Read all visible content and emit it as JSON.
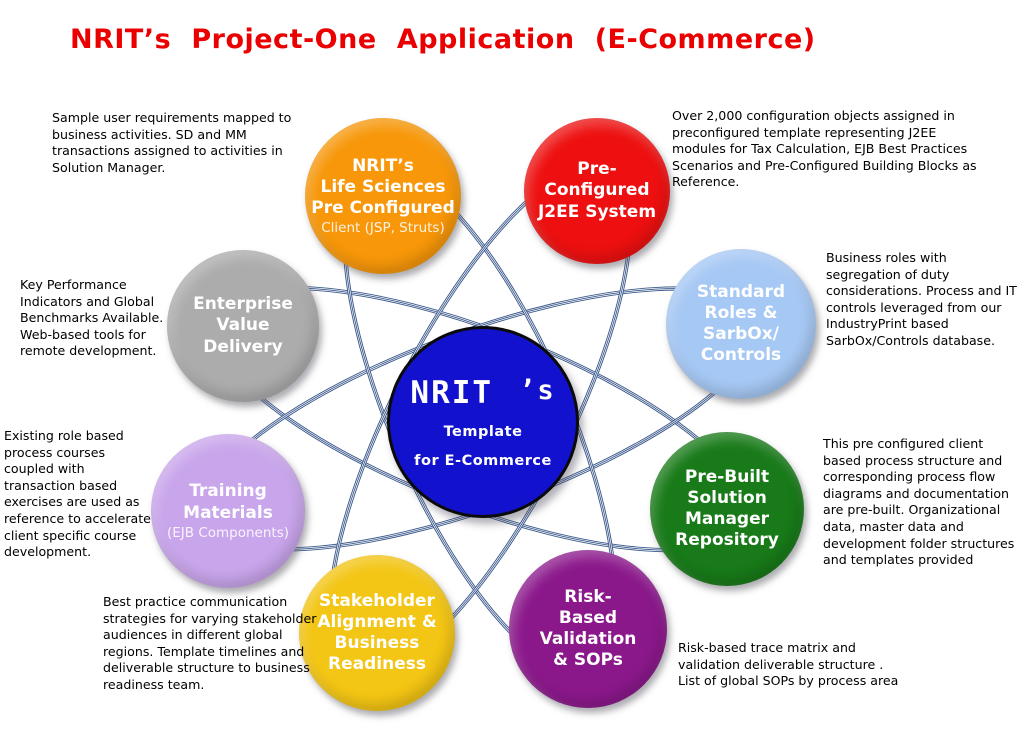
{
  "title": "NRIT’s Project-One Application (E-Commerce)",
  "colors": {
    "title_red": "#ea0000",
    "orbit_line": "#3c5a8c",
    "center_blue": "#1212ce"
  },
  "center": {
    "name": "NRIT",
    "suffix": "’s",
    "line2": "Template",
    "line3": "for E-Commerce",
    "color": "#1212ce"
  },
  "nodes": [
    {
      "id": "life-sciences-client",
      "label": "NRIT’s\nLife Sciences\nPre Configured",
      "sublabel": "Client (JSP, Struts)",
      "color": "#f79709"
    },
    {
      "id": "preconfigured-j2ee-system",
      "label": "Pre-\nConfigured\nJ2EE System",
      "sublabel": "",
      "color": "#ee1010"
    },
    {
      "id": "standard-roles-sarbox-controls",
      "label": "Standard\nRoles &\nSarbOx/\nControls",
      "sublabel": "",
      "color": "#a6c8f4"
    },
    {
      "id": "prebuilt-solution-manager-repository",
      "label": "Pre-Built\nSolution\nManager\nRepository",
      "sublabel": "",
      "color": "#187a18"
    },
    {
      "id": "risk-based-validation-sops",
      "label": "Risk-\nBased\nValidation\n& SOPs",
      "sublabel": "",
      "color": "#8b188b"
    },
    {
      "id": "stakeholder-alignment-business-readiness",
      "label": "Stakeholder\nAlignment &\nBusiness\nReadiness",
      "sublabel": "",
      "color": "#f3c514"
    },
    {
      "id": "training-materials",
      "label": "Training\nMaterials",
      "sublabel": "(EJB Components)",
      "color": "#c9a5eb"
    },
    {
      "id": "enterprise-value-delivery",
      "label": "Enterprise\nValue\nDelivery",
      "sublabel": "",
      "color": "#acacac"
    }
  ],
  "annotations": [
    {
      "id": "sample-user-requirements",
      "text": "Sample user requirements mapped to business activities.  SD and MM transactions assigned  to activities in Solution Manager."
    },
    {
      "id": "configuration-objects",
      "text": "Over 2,000 configuration objects assigned in preconfigured  template representing J2EE modules for Tax Calculation, EJB Best Practices Scenarios and Pre-Configured Building Blocks as Reference."
    },
    {
      "id": "business-roles",
      "text": "Business roles with segregation of duty considerations. Process and IT controls leveraged from our IndustryPrint based SarbOx/Controls database."
    },
    {
      "id": "preconfigured-client-process",
      "text": "This pre configured client based process structure and corresponding process flow diagrams and documentation are pre-built. Organizational data, master data and development folder structures and templates provided"
    },
    {
      "id": "risk-based-trace-matrix",
      "text": "Risk-based trace matrix and validation deliverable structure . List of global SOPs by process area"
    },
    {
      "id": "best-practice-communication",
      "text": "Best practice communication strategies for varying stakeholder audiences in different global regions. Template timelines and deliverable structure to business readiness team."
    },
    {
      "id": "existing-role-based-courses",
      "text": "Existing role based process courses coupled with transaction based exercises are used as reference  to accelerate  client specific course development."
    },
    {
      "id": "key-performance-indicators",
      "text": "Key Performance Indicators and Global Benchmarks Available. Web-based tools for remote development."
    }
  ]
}
